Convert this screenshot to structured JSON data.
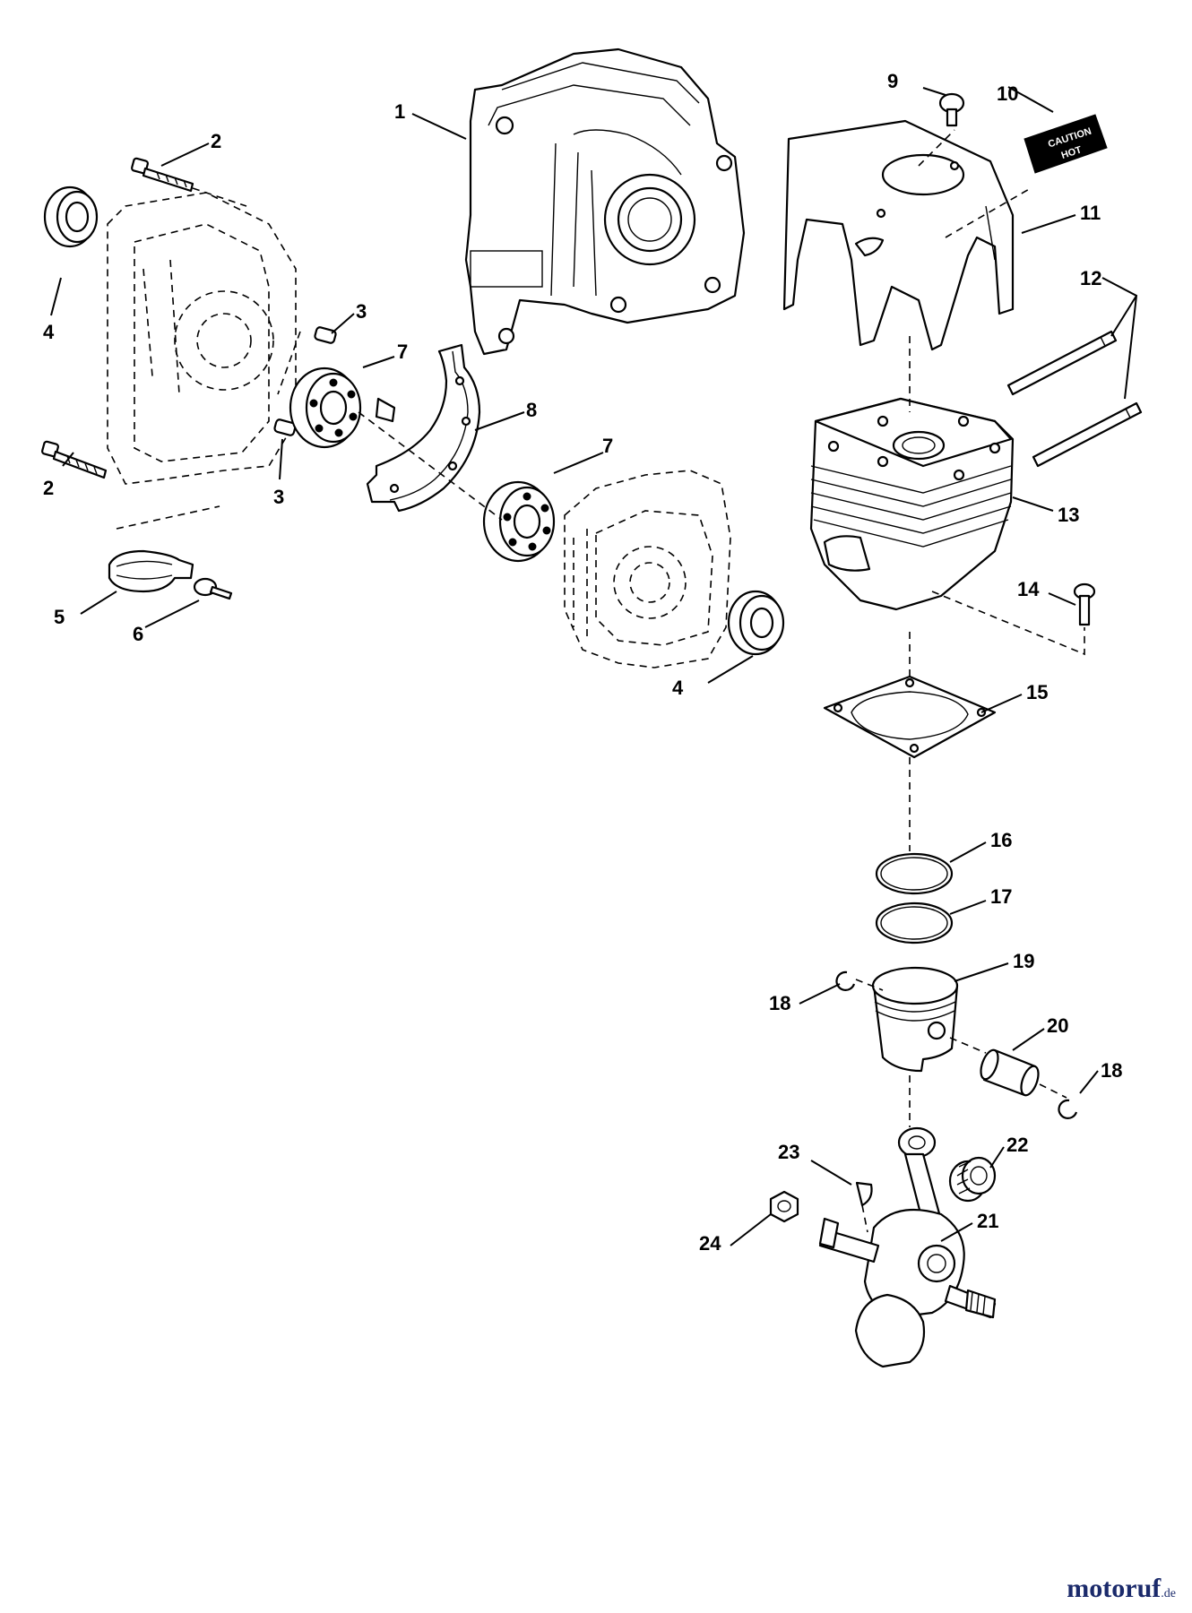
{
  "callouts": [
    {
      "id": "c1",
      "label": "1"
    },
    {
      "id": "c2a",
      "label": "2"
    },
    {
      "id": "c2b",
      "label": "2"
    },
    {
      "id": "c3a",
      "label": "3"
    },
    {
      "id": "c3b",
      "label": "3"
    },
    {
      "id": "c4a",
      "label": "4"
    },
    {
      "id": "c4b",
      "label": "4"
    },
    {
      "id": "c5",
      "label": "5"
    },
    {
      "id": "c6",
      "label": "6"
    },
    {
      "id": "c7a",
      "label": "7"
    },
    {
      "id": "c7b",
      "label": "7"
    },
    {
      "id": "c8",
      "label": "8"
    },
    {
      "id": "c9",
      "label": "9"
    },
    {
      "id": "c10",
      "label": "10"
    },
    {
      "id": "c11",
      "label": "11"
    },
    {
      "id": "c12",
      "label": "12"
    },
    {
      "id": "c13",
      "label": "13"
    },
    {
      "id": "c14",
      "label": "14"
    },
    {
      "id": "c15",
      "label": "15"
    },
    {
      "id": "c16",
      "label": "16"
    },
    {
      "id": "c17",
      "label": "17"
    },
    {
      "id": "c18a",
      "label": "18"
    },
    {
      "id": "c18b",
      "label": "18"
    },
    {
      "id": "c19",
      "label": "19"
    },
    {
      "id": "c20",
      "label": "20"
    },
    {
      "id": "c21",
      "label": "21"
    },
    {
      "id": "c22",
      "label": "22"
    },
    {
      "id": "c23",
      "label": "23"
    },
    {
      "id": "c24",
      "label": "24"
    }
  ],
  "caution_label": {
    "line1": "CAUTION",
    "line2": "HOT"
  },
  "watermark": {
    "brand": "motoruf",
    "tld": ".de"
  }
}
